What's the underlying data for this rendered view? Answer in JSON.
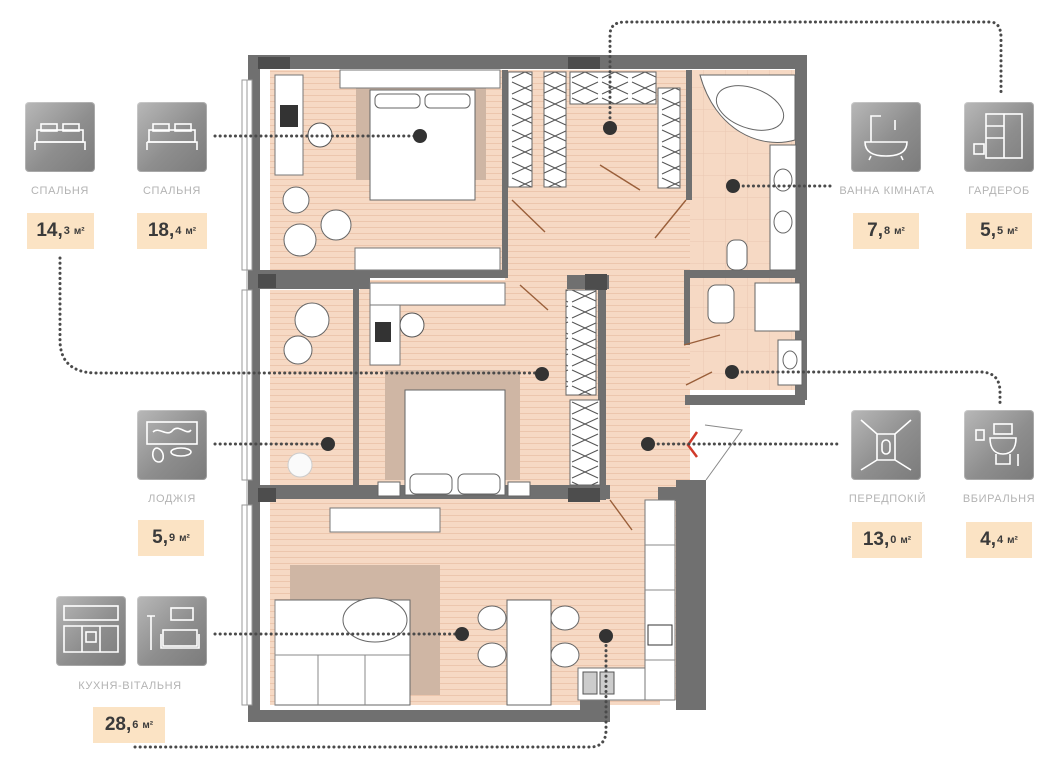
{
  "rooms": [
    {
      "id": "bedroom1",
      "label": "СПАЛЬНЯ",
      "area_int": "14,",
      "area_dec": "3",
      "unit": "м²"
    },
    {
      "id": "bedroom2",
      "label": "СПАЛЬНЯ",
      "area_int": "18,",
      "area_dec": "4",
      "unit": "м²"
    },
    {
      "id": "bathroom",
      "label": "ВАННА КІМНАТА",
      "area_int": "7,",
      "area_dec": "8",
      "unit": "м²"
    },
    {
      "id": "wardrobe",
      "label": "ГАРДЕРОБ",
      "area_int": "5,",
      "area_dec": "5",
      "unit": "м²"
    },
    {
      "id": "loggia",
      "label": "ЛОДЖІЯ",
      "area_int": "5,",
      "area_dec": "9",
      "unit": "м²"
    },
    {
      "id": "hallway",
      "label": "ПЕРЕДПОКІЙ",
      "area_int": "13,",
      "area_dec": "0",
      "unit": "м²"
    },
    {
      "id": "toilet",
      "label": "ВБИРАЛЬНЯ",
      "area_int": "4,",
      "area_dec": "4",
      "unit": "м²"
    },
    {
      "id": "kitchen_living",
      "label": "КУХНЯ-ВІТАЛЬНЯ",
      "area_int": "28,",
      "area_dec": "6",
      "unit": "м²"
    }
  ],
  "icons": {
    "bedroom1": "bed-icon",
    "bedroom2": "bed-icon",
    "bathroom": "bathtub-icon",
    "wardrobe": "wardrobe-icon",
    "loggia": "lounge-icon",
    "hallway": "hallway-icon",
    "toilet": "toilet-icon",
    "kitchen": "kitchen-icon",
    "living": "sofa-icon"
  },
  "colors": {
    "floor": "#f6d9c4",
    "wall": "#6f6f6f",
    "rug": "#cfb6a4",
    "area_badge": "#fbe3c4",
    "dot": "#333333",
    "entry_arrow": "#d03a2a"
  }
}
